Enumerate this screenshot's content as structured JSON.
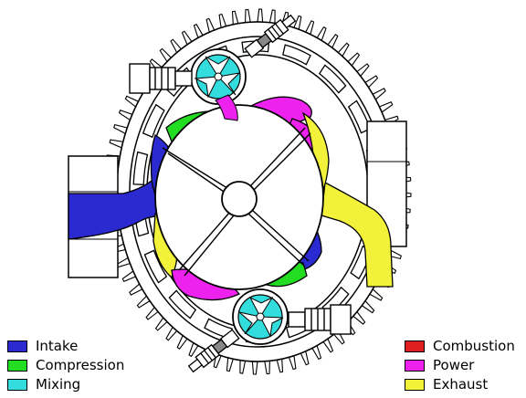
{
  "colors": {
    "intake": "#2a2ad0",
    "compression": "#22dd22",
    "mixing": "#33dddd",
    "combustion": "#e02020",
    "power": "#ee22ee",
    "exhaust": "#f2f23a",
    "line": "#000000",
    "background": "#ffffff"
  },
  "legend": {
    "left": [
      {
        "key": "intake",
        "label": "Intake"
      },
      {
        "key": "compression",
        "label": "Compression"
      },
      {
        "key": "mixing",
        "label": "Mixing"
      }
    ],
    "right": [
      {
        "key": "combustion",
        "label": "Combustion"
      },
      {
        "key": "power",
        "label": "Power"
      },
      {
        "key": "exhaust",
        "label": "Exhaust"
      }
    ]
  },
  "icons": {
    "spark_plug_top": "spark-plug-icon",
    "spark_plug_bottom": "spark-plug-icon",
    "gear": "gear-ring-icon"
  }
}
